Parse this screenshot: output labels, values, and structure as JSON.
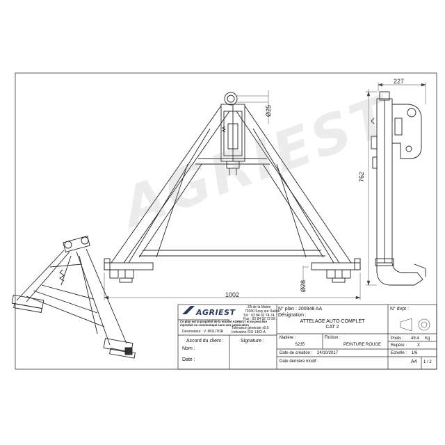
{
  "brand": {
    "logo_text": "AGRIEST",
    "watermark_text": "AGRIEST"
  },
  "dimensions": {
    "width": "1002",
    "height": "762",
    "depth": "227",
    "pin_top": "Ø25",
    "pin_bottom": "Ø28"
  },
  "company": {
    "address_line1": "ZA de la Mairie",
    "address_line2": "70360 Scey sur Saône",
    "phone": "Tél : 03 84 92 74 74",
    "fax": "Fax : 03 84 92 72 58",
    "notice_line1": "Ce plan est la propriété de la société AGRIEST et ne peut être",
    "notice_line2": "reproduit ou communiqué sans son autorisation",
    "designer_label": "Dessinateur : V. MOLITOR",
    "tolerance_line1": "Tolérance générale ±0,5",
    "tolerance_line2": "Indication ISO 1302-A"
  },
  "client": {
    "agreement_label": "Accord du client :",
    "signature_label": "Signature :",
    "name_label": "Nom :",
    "date_label": "Date :"
  },
  "title_block": {
    "plan_no_label": "N° plan :",
    "plan_no": "200948 AA",
    "designation_label": "Désignation :",
    "designation_line1": "ATTELAGE AUTO COMPLET",
    "designation_line2": "CAT 2",
    "devpt_label": "N° dvpt :",
    "matiere_label": "Matière :",
    "matiere": "S235",
    "finition_label": "Finition :",
    "finition": "PEINTURE ROUGE",
    "date_creation_label": "Date de création :",
    "date_creation": "24/10/2017",
    "date_modif_label": "Date dernière modif :",
    "poids_label": "Poids :",
    "poids_value": "49.4",
    "poids_unit": "Kg",
    "repere_label": "Repère :",
    "repere_value": "X",
    "echelle_label": "Echelle :",
    "echelle_value": "1/6",
    "format": "A4",
    "sheet": "1 / 2"
  }
}
